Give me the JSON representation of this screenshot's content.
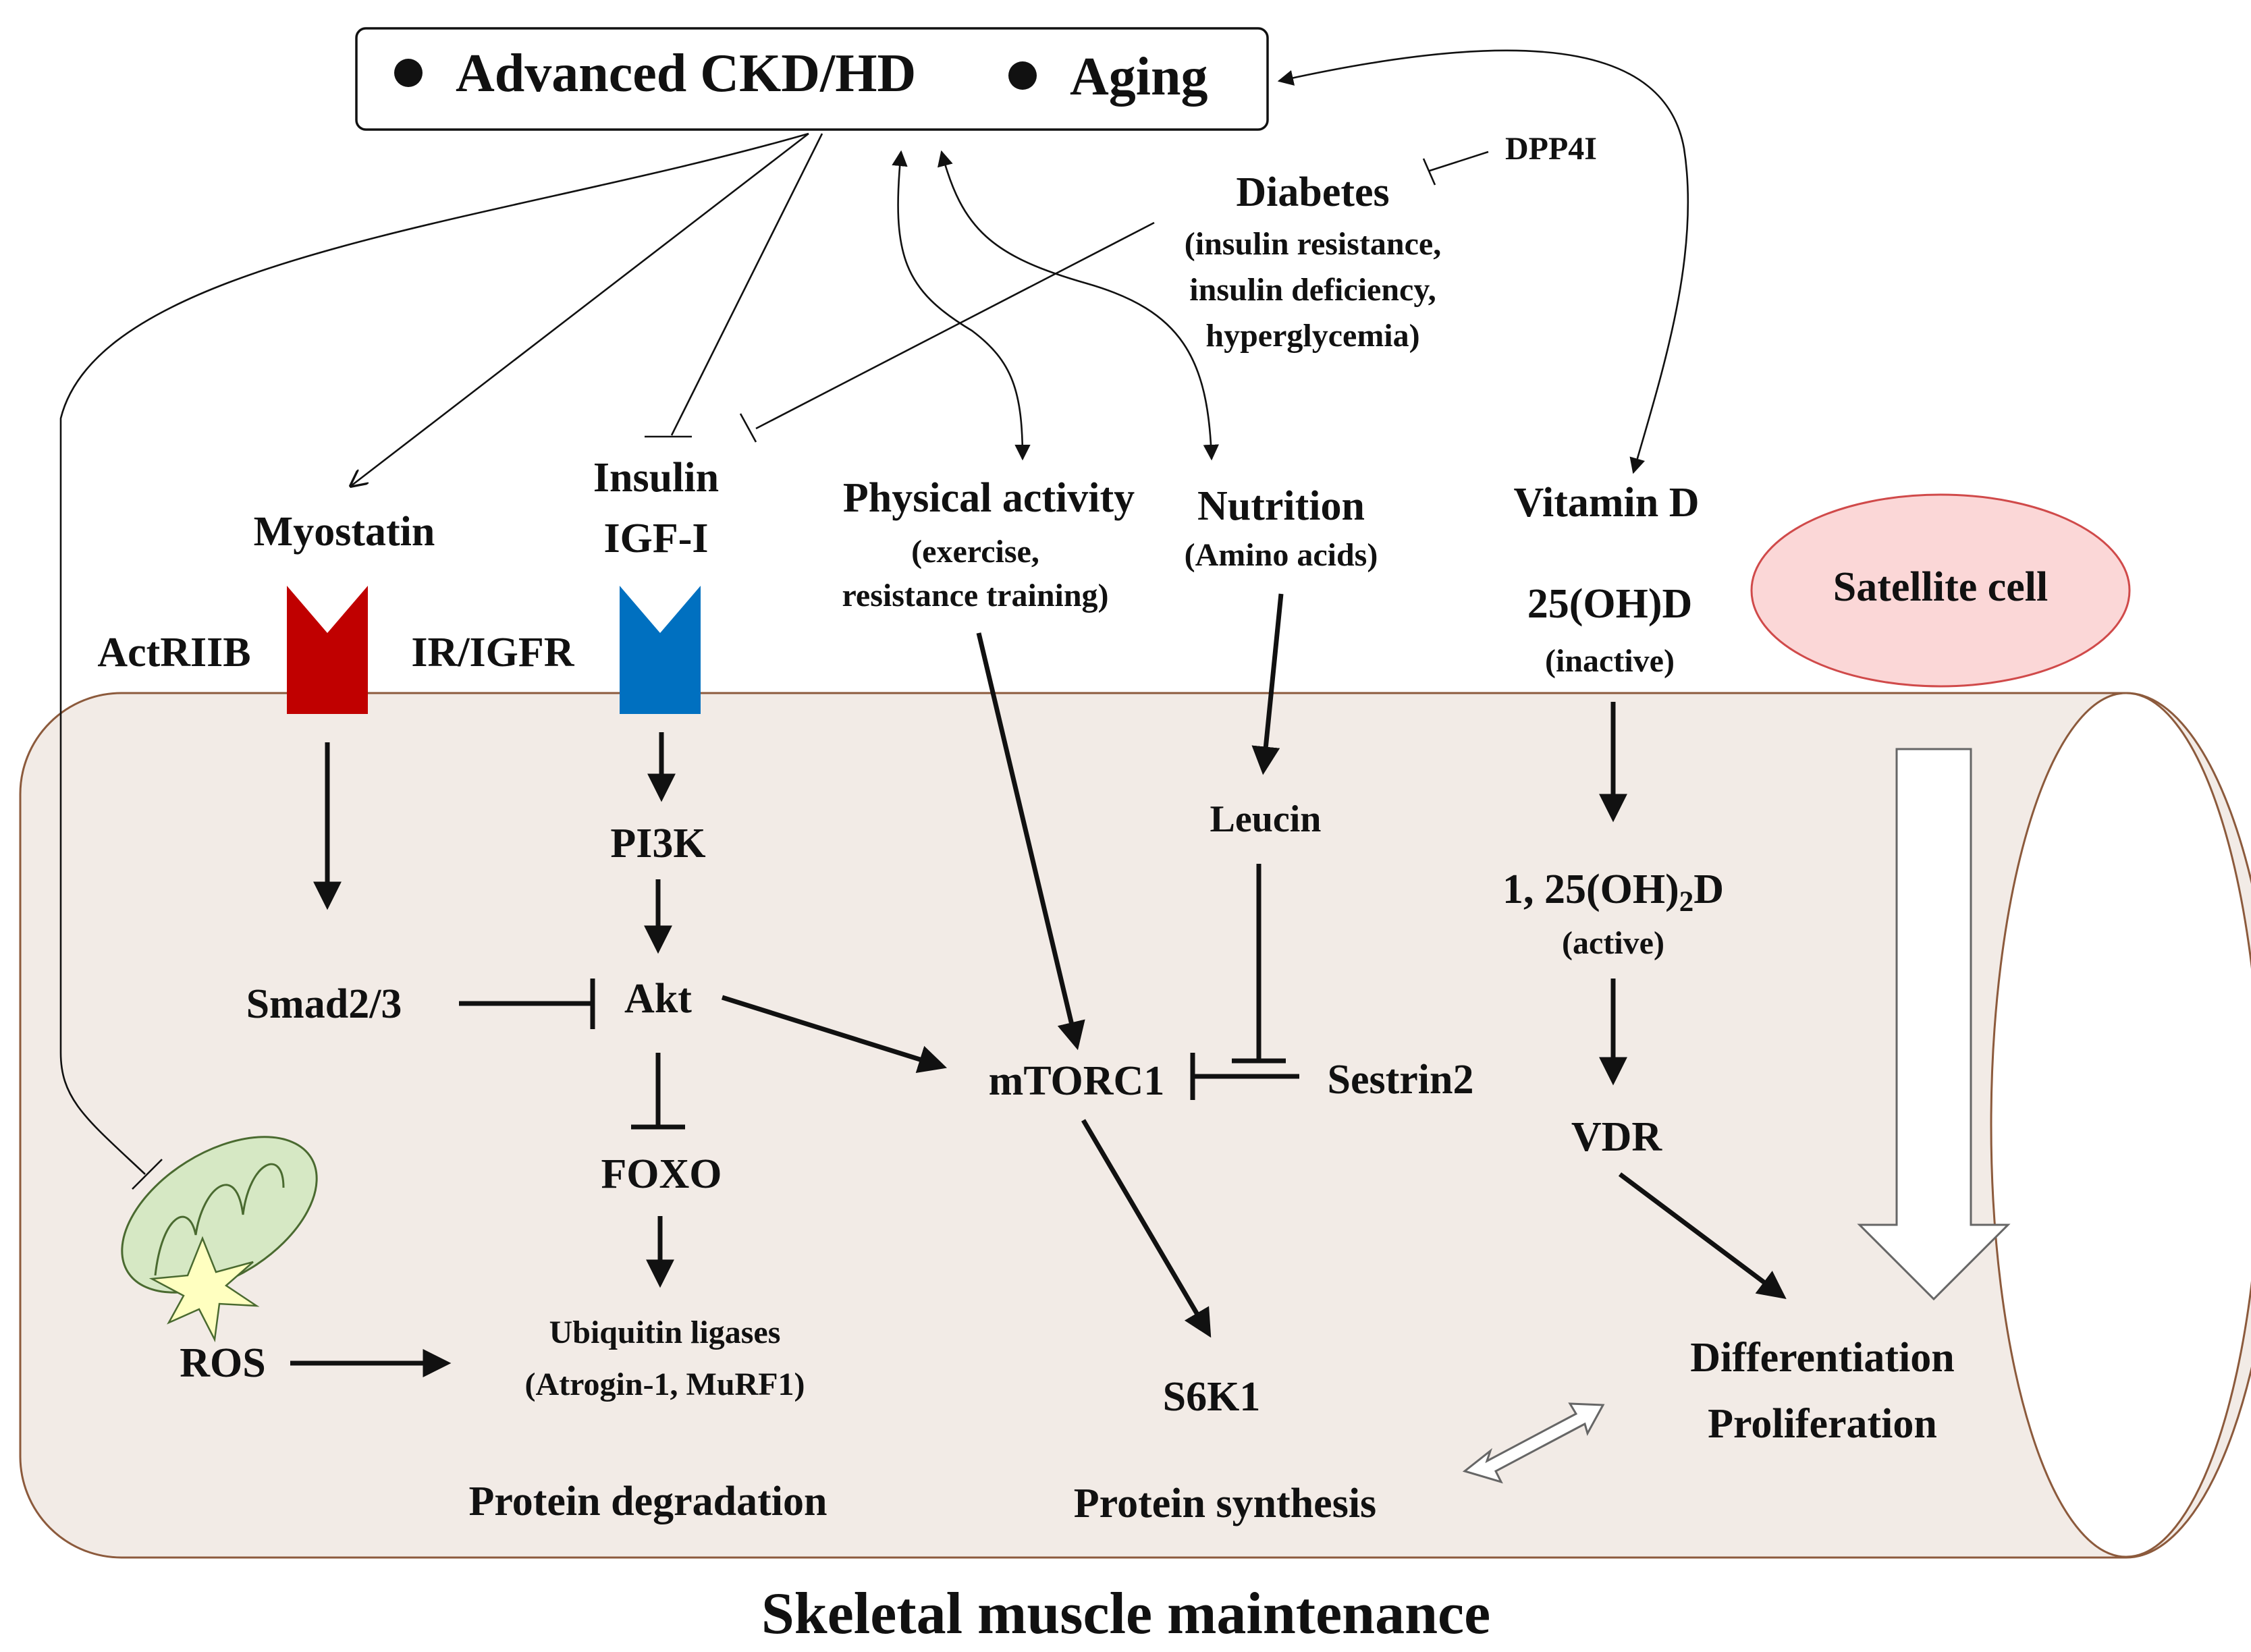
{
  "header": {
    "item1": "Advanced CKD/HD",
    "item2": "Aging"
  },
  "dpp4i": "DPP4I",
  "diabetes": {
    "title": "Diabetes",
    "line1": "(insulin resistance,",
    "line2": "insulin deficiency,",
    "line3": "hyperglycemia)"
  },
  "myostatin": {
    "label": "Myostatin",
    "receptor": "ActRIIB"
  },
  "insulin": {
    "line1": "Insulin",
    "line2": "IGF-I",
    "receptor": "IR/IGFR"
  },
  "physical": {
    "title": "Physical activity",
    "line1": "(exercise,",
    "line2": "resistance training)"
  },
  "nutrition": {
    "title": "Nutrition",
    "line1": "(Amino acids)"
  },
  "vitaminD": {
    "title": "Vitamin D",
    "inactive": "25(OH)D",
    "inactive_note": "(inactive)",
    "active_prefix": "1, 25(OH)",
    "active_sub": "2",
    "active_suffix": "D",
    "active_note": "(active)",
    "receptor": "VDR"
  },
  "satellite": "Satellite cell",
  "pathway": {
    "smad": "Smad2/3",
    "pi3k": "PI3K",
    "akt": "Akt",
    "foxo": "FOXO",
    "ub_line1": "Ubiquitin ligases",
    "ub_line2": "(Atrogin-1, MuRF1)",
    "ros": "ROS",
    "leucin": "Leucin",
    "mtorc1": "mTORC1",
    "sestrin": "Sestrin2",
    "s6k1": "S6K1"
  },
  "outcomes": {
    "degradation": "Protein degradation",
    "synthesis": "Protein synthesis",
    "differentiation": "Differentiation",
    "proliferation": "Proliferation"
  },
  "title": "Skeletal muscle maintenance",
  "colors": {
    "muscle_fill": "#f2ebe6",
    "muscle_stroke": "#8c5a3c",
    "actriib": "#c00000",
    "irigfr": "#0070c0",
    "satellite_fill": "#fbd7d7",
    "satellite_stroke": "#d04a4a",
    "mito_fill": "#d6e8c4",
    "mito_stroke": "#4a6a30",
    "ros_burst": "#ffffc0"
  }
}
